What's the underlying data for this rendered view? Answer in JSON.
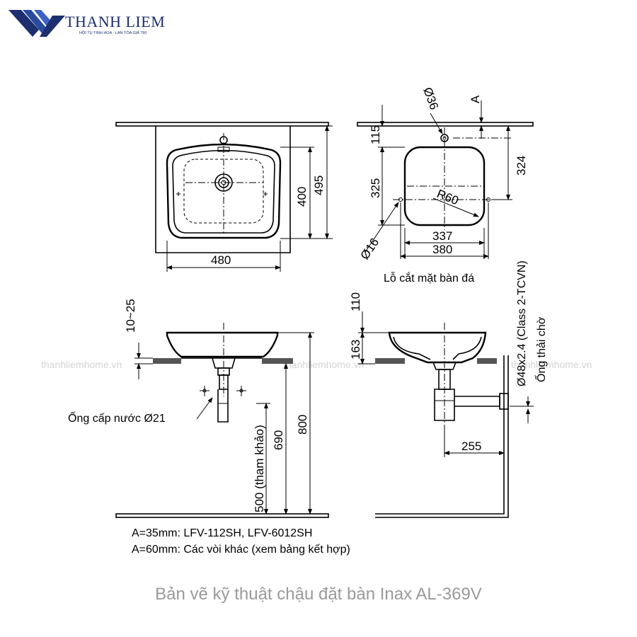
{
  "logo": {
    "brand": "THANH LIEM",
    "tagline": "HỘI TỤ TINH HOA - LAN TỎA GIÁ TRỊ",
    "color": "#1d2f6f"
  },
  "watermark": "thanhliemhome.vn",
  "dimensions": {
    "top_width": "480",
    "top_depth_400": "400",
    "top_depth_495": "495",
    "cut_115": "115",
    "cut_325": "325",
    "cut_324": "324",
    "cut_337": "337",
    "cut_380": "380",
    "radius": "R60",
    "hole_d36": "Ø36",
    "hole_d16": "Ø16",
    "a_mark": "A",
    "side_10_25": "10~25",
    "side_110": "110",
    "side_163": "163",
    "side_690": "690",
    "side_800": "800",
    "side_500": "500 (tham khảo)",
    "side_255": "255",
    "pipe_spec": "Ø48x2.4 (Class 2-TCVN)"
  },
  "labels": {
    "cutout": "Lỗ cắt mặt bàn đá",
    "water_supply": "Ống cấp nước Ø21",
    "drain": "Ống thải chờ"
  },
  "notes": [
    "A=35mm: LFV-112SH, LFV-6012SH",
    "A=60mm: Các vòi khác (xem bảng kết hợp)"
  ],
  "caption": "Bản vẽ kỹ thuật chậu đặt bàn Inax AL-369V"
}
